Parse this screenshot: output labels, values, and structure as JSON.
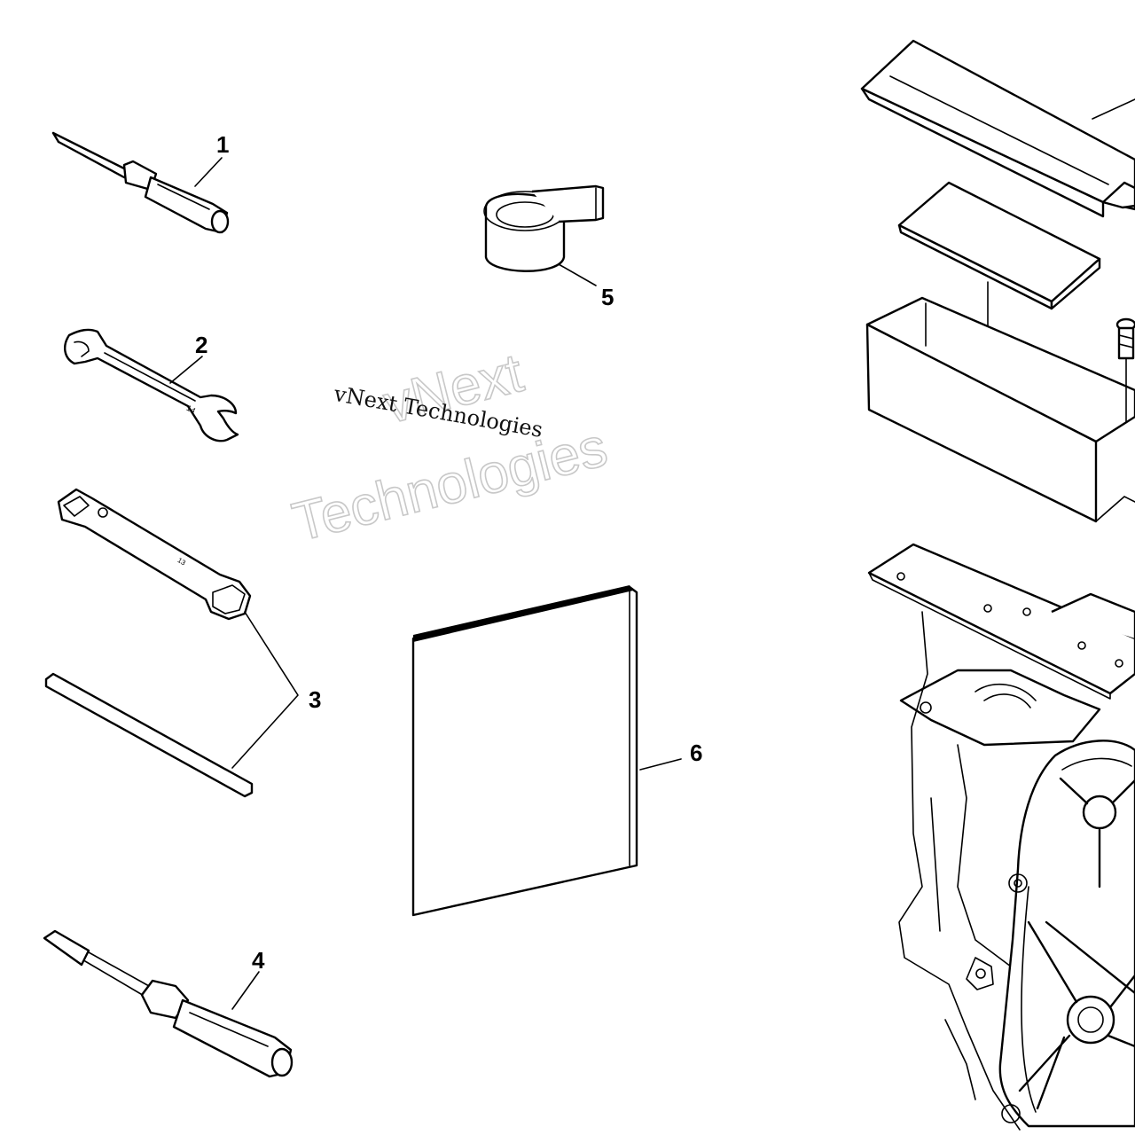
{
  "callouts": {
    "c1": "1",
    "c2": "2",
    "c3": "3",
    "c4": "4",
    "c5": "5",
    "c6": "6"
  },
  "watermark": {
    "line1": "vNext",
    "line2": "Technologies",
    "small": "vNext Technologies"
  }
}
